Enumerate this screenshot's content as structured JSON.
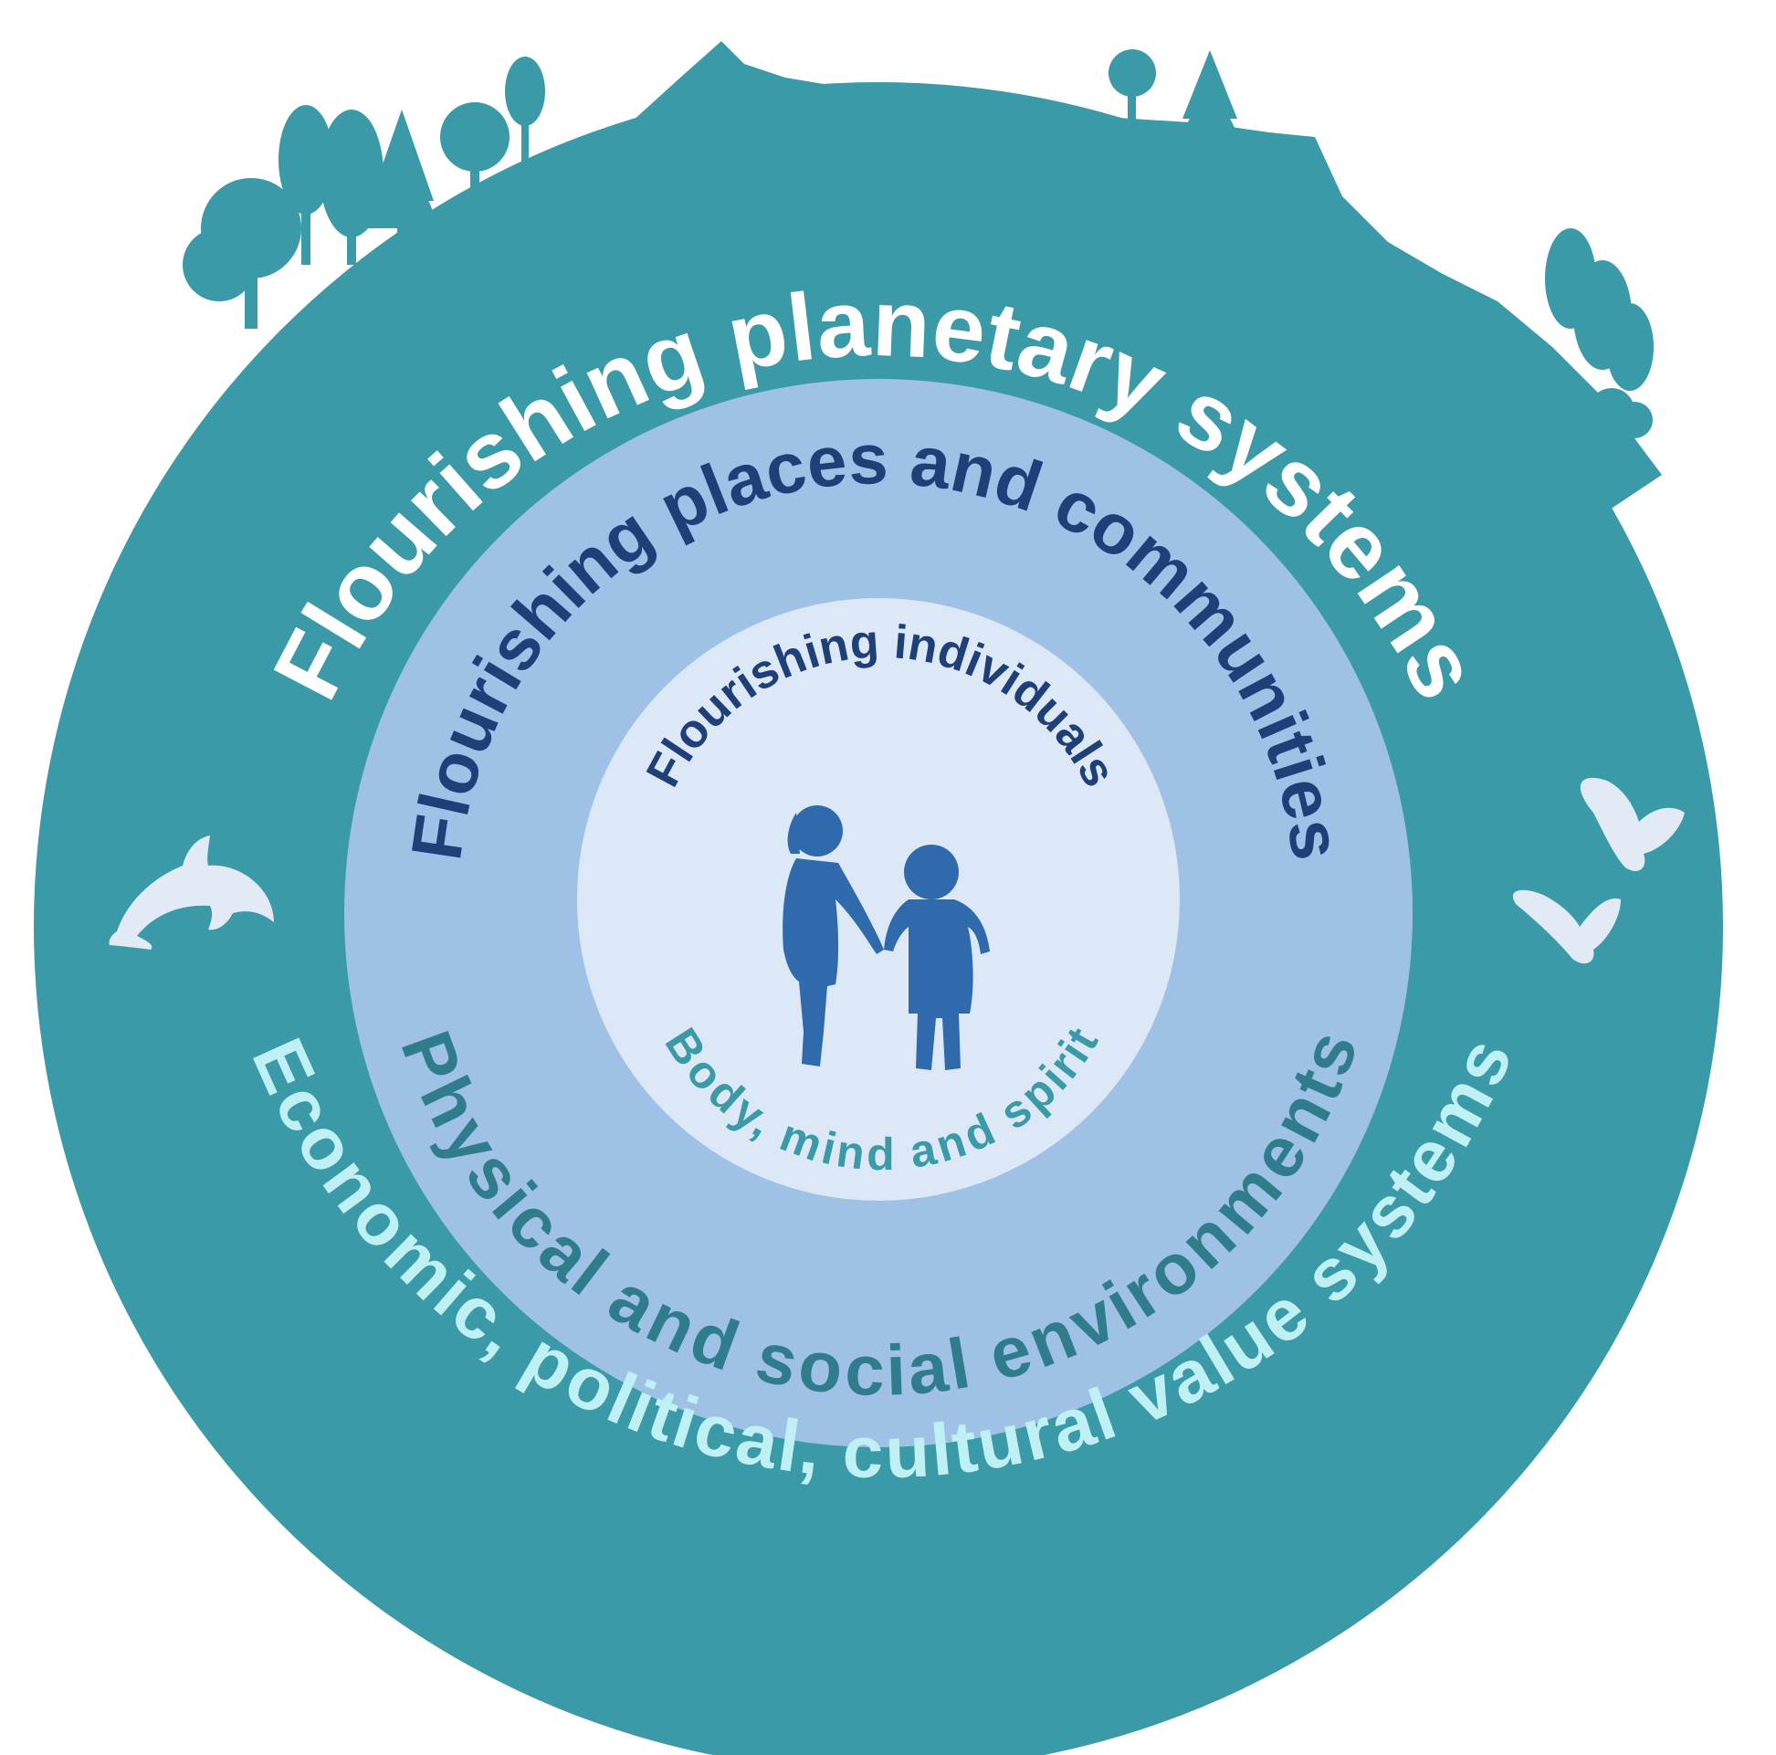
{
  "diagram": {
    "outer_ring": {
      "top_label": "Flourishing planetary systems",
      "bottom_label": "Economic, political, cultural value systems"
    },
    "middle_ring": {
      "top_label": "Flourishing places and communities",
      "bottom_label": "Physical and social environments"
    },
    "inner_circle": {
      "top_label": "Flourishing individuals",
      "bottom_label": "Body, mind and spirit"
    },
    "icons": [
      "trees-skyline-icon",
      "mountain-icon",
      "dolphin-icon",
      "butterfly-icon",
      "children-holding-hands-icon"
    ],
    "colors": {
      "outer_ring": "#3a9aa7",
      "middle_ring": "#9fc1e6",
      "inner_circle": "#dde8f6",
      "outer_top_text": "#ffffff",
      "outer_bottom_text": "#bff0f4",
      "middle_top_text": "#1f3f78",
      "middle_bottom_text": "#2f7c8d",
      "inner_top_text": "#1f3f78",
      "inner_bottom_text": "#3a9aa7",
      "children": "#2f6aad",
      "animals": "#e2ebf5"
    }
  }
}
